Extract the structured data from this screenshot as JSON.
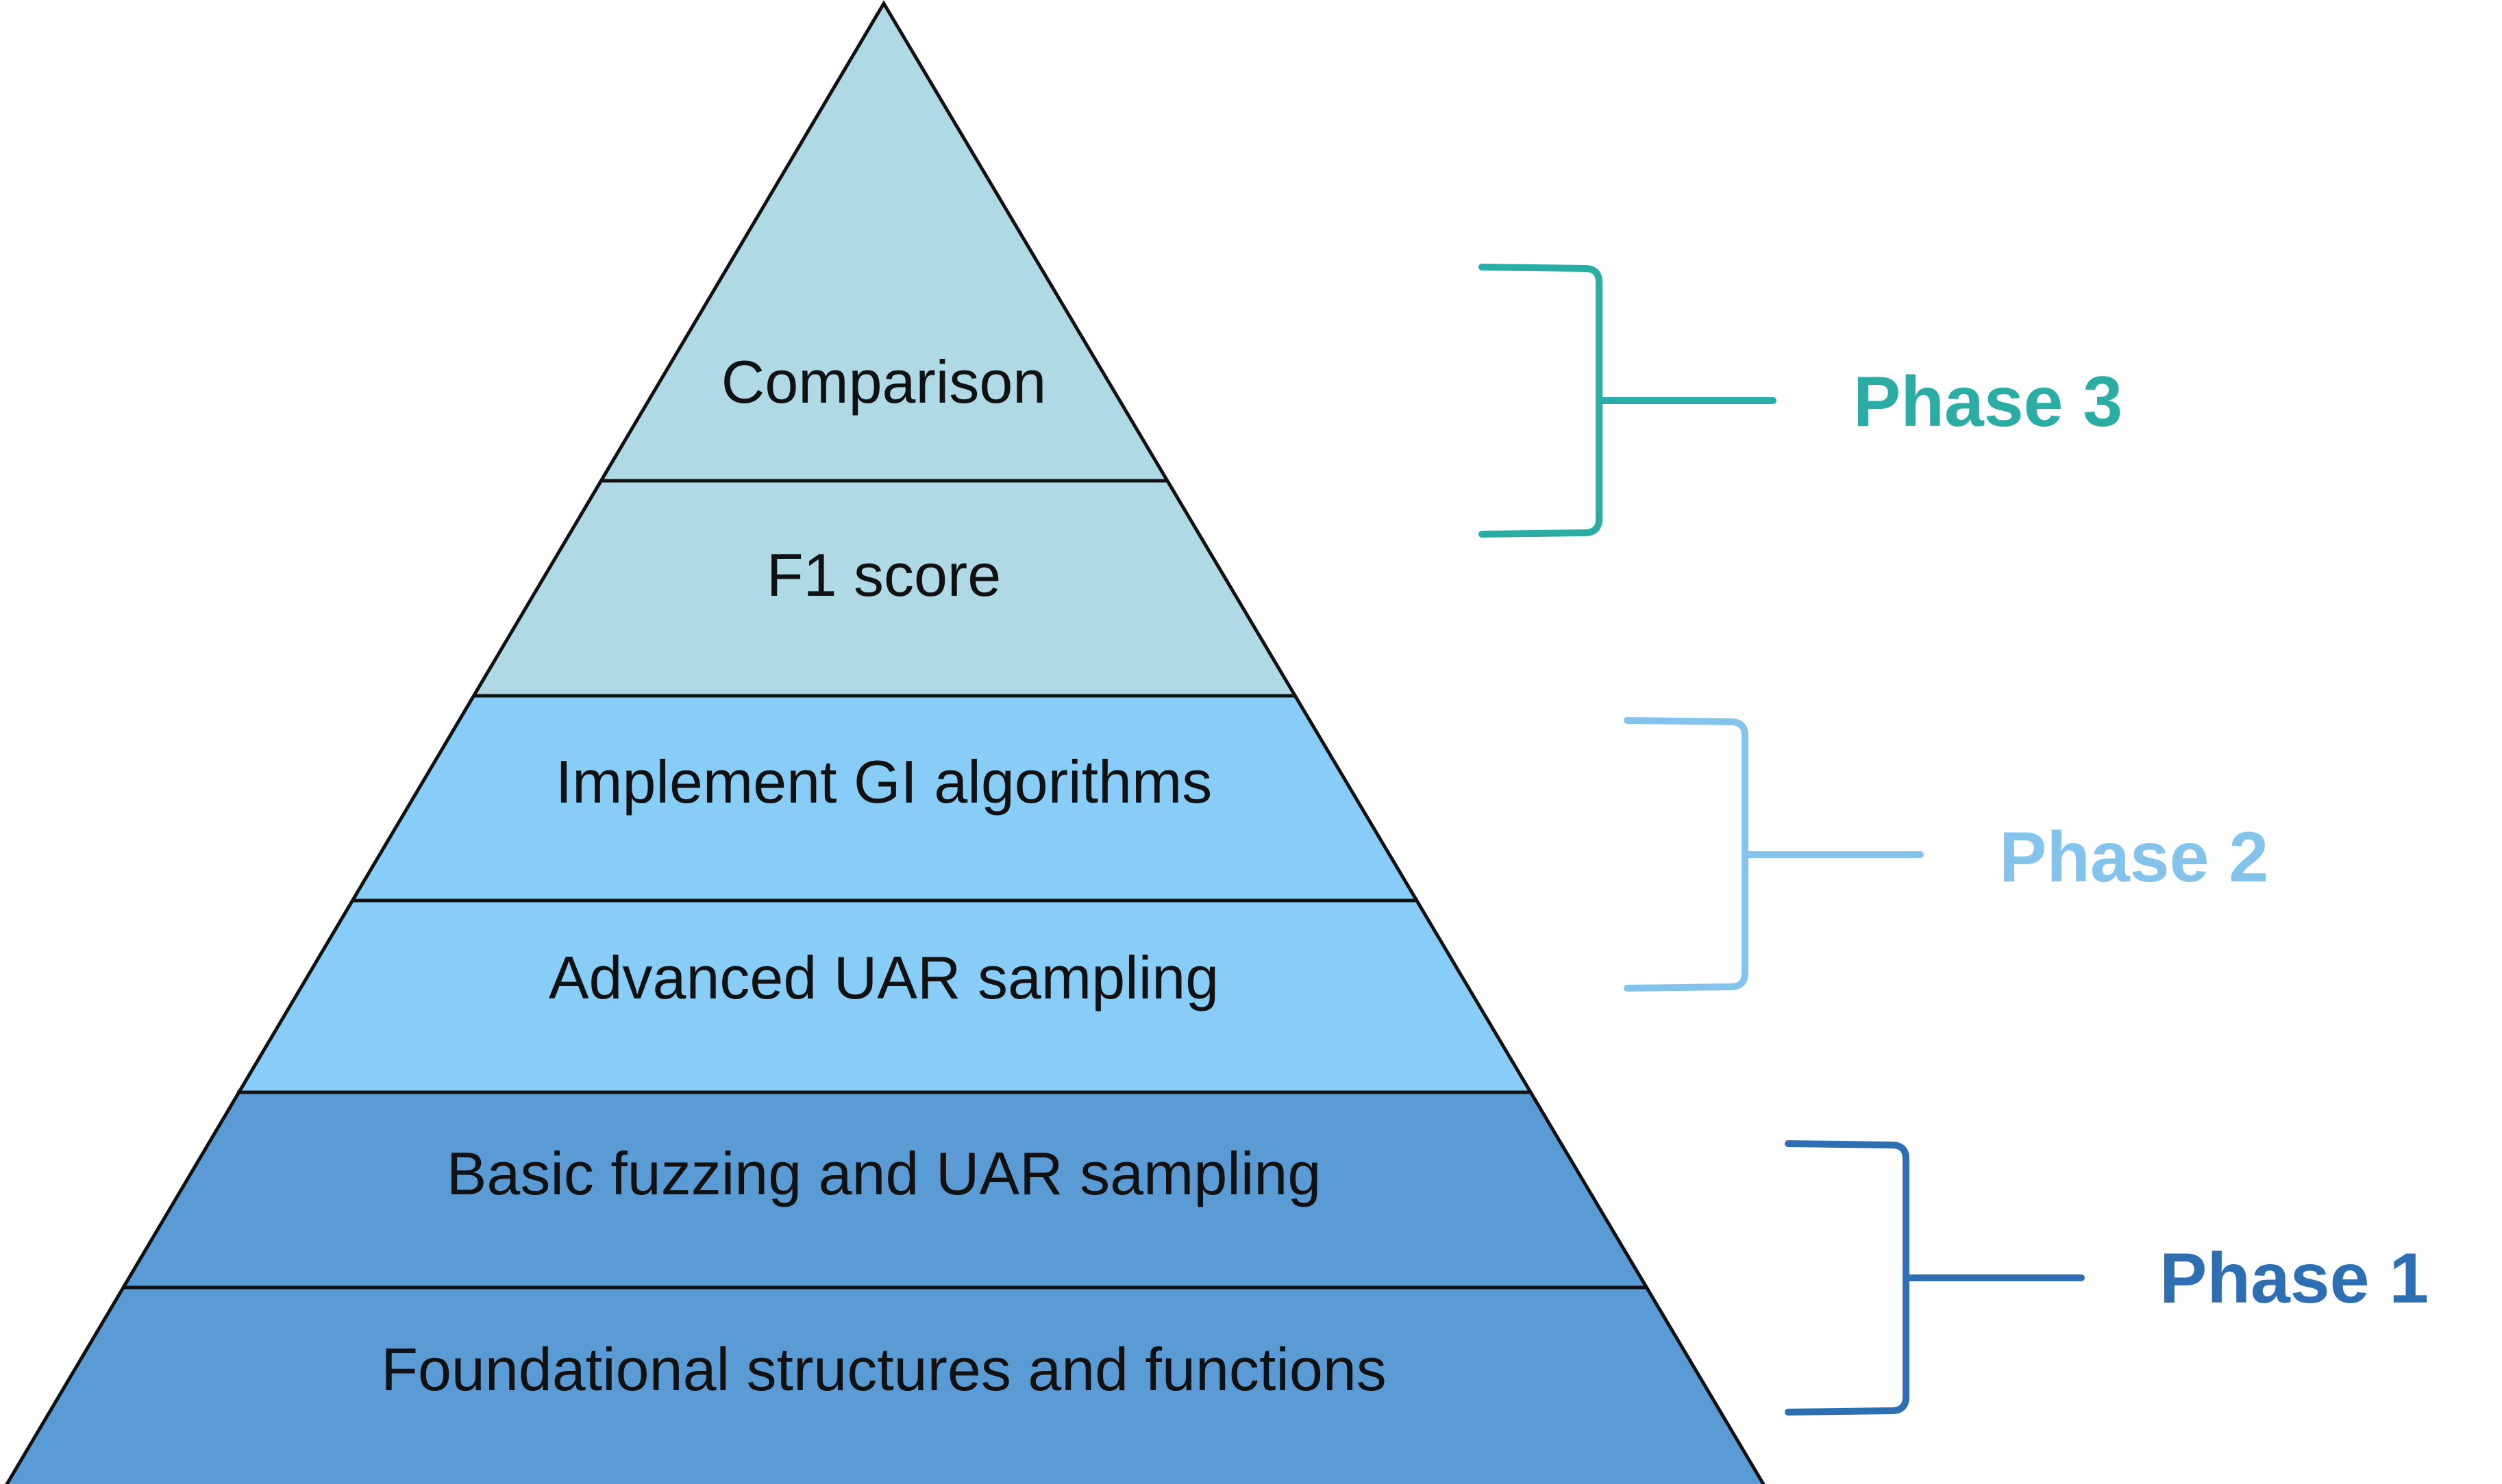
{
  "pyramid": {
    "layers": [
      {
        "label": "Comparison",
        "phase": 3
      },
      {
        "label": "F1 score",
        "phase": 3
      },
      {
        "label": "Implement GI algorithms",
        "phase": 2
      },
      {
        "label": "Advanced UAR sampling",
        "phase": 2
      },
      {
        "label": "Basic fuzzing and UAR sampling",
        "phase": 1
      },
      {
        "label": "Foundational structures and functions",
        "phase": 1
      }
    ]
  },
  "phases": [
    {
      "label": "Phase 3",
      "color": "#2bada5",
      "fill": "#b0d9e6"
    },
    {
      "label": "Phase 2",
      "color": "#84c4ec",
      "fill": "#87cdf8"
    },
    {
      "label": "Phase 1",
      "color": "#2e6fb4",
      "fill": "#5b9bd5"
    }
  ],
  "colors": {
    "outline": "#111111"
  }
}
